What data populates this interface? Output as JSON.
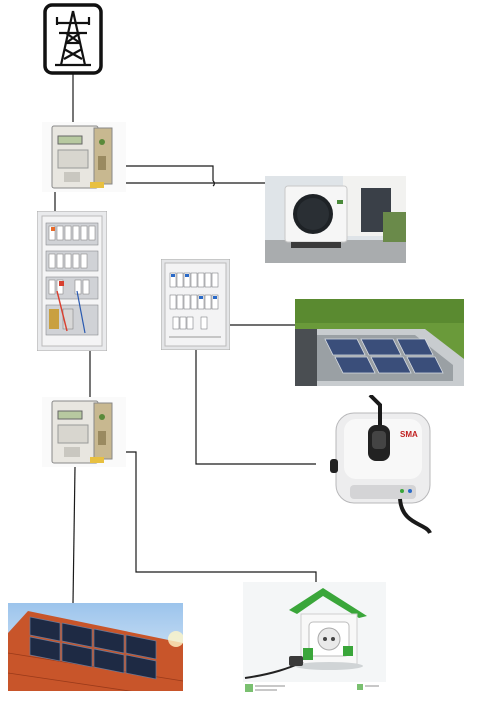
{
  "diagram": {
    "description_nodes": [
      {
        "id": "grid-connection-icon",
        "icon": "power-pylon-icon"
      },
      {
        "id": "main-meter",
        "icon": "electricity-meter-icon"
      },
      {
        "id": "main-distribution-cabinet",
        "icon": "distribution-cabinet-icon"
      },
      {
        "id": "pv-meter",
        "icon": "electricity-meter-icon"
      },
      {
        "id": "sub-distribution-cabinet",
        "icon": "distribution-cabinet-icon"
      },
      {
        "id": "heat-pump",
        "icon": "heat-pump-photo"
      },
      {
        "id": "flat-roof-solar",
        "icon": "flat-roof-solar-photo"
      },
      {
        "id": "ev-wallbox-charger",
        "icon": "wallbox-charger-photo"
      },
      {
        "id": "pitched-roof-solar",
        "icon": "pitched-roof-solar-photo"
      },
      {
        "id": "house-with-socket",
        "icon": "house-socket-photo"
      }
    ],
    "colors": {
      "line": "#1a1a1a",
      "icon_border": "#111111",
      "cabinet": "#e9eaec",
      "roof_tile": "#c8552a",
      "grass": "#6a9a3a",
      "house_green": "#3aa63a",
      "sky": "#cfe3f5"
    }
  }
}
